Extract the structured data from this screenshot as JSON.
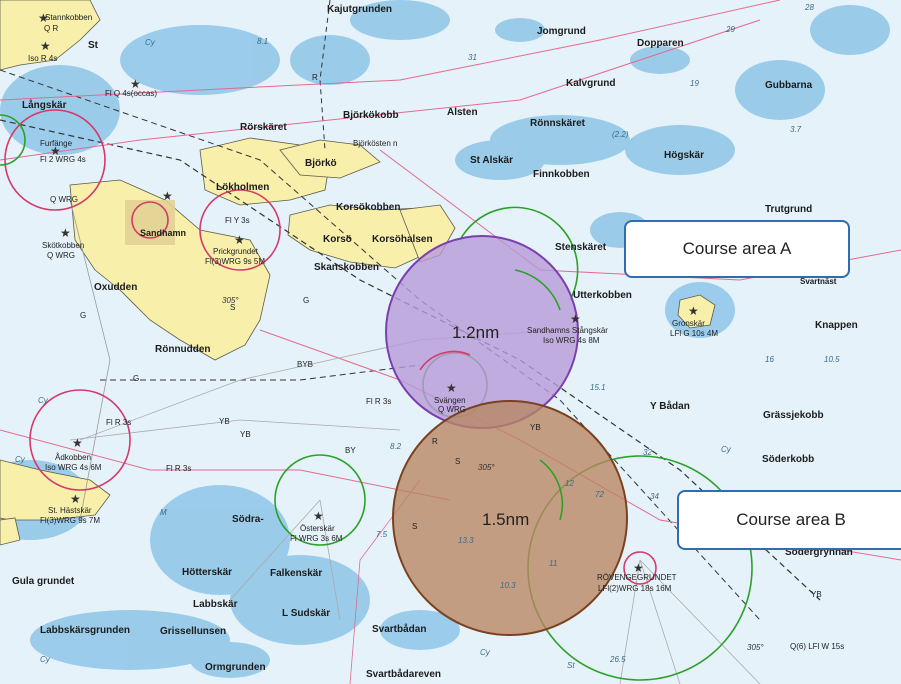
{
  "map": {
    "places": [
      "Stannkobben",
      "Q R",
      "St",
      "Iso R 4s",
      "Långskär",
      "Fl Q 4s(occas)",
      "Kajutgrunden",
      "Jomgrund",
      "Dopparen",
      "Kalvgrund",
      "Gubbarna",
      "Rörskäret",
      "Björkökobb",
      "Alsten",
      "Rönnskäret",
      "Björkö",
      "Björkösten n",
      "St Alskär",
      "Högskär",
      "Finnkobben",
      "Lökholmen",
      "Korsö",
      "Korsökobben",
      "Korsöhalsen",
      "Skanskobben",
      "Sandhamn",
      "Fl Y 3s",
      "Prickgrundet",
      "Fl(3)WRG 9s 5M",
      "Trutgrund",
      "Stenskäret",
      "Utterkobben",
      "Svartnäst",
      "Gronskär",
      "LFl G 10s 4M",
      "Knappen",
      "Skötkobben",
      "Q WRG",
      "Oxudden",
      "Rönnudden",
      "Furfänge",
      "Fl 2 WRG 4s",
      "Sandhamns Stångskär",
      "Iso WRG 4s 8M",
      "Svängen",
      "Q WRG",
      "BYB",
      "Fl R 3s",
      "Y Bådan",
      "Grässjekobb",
      "Söderkobb",
      "Ådkobben",
      "Iso WRG 4s 6M",
      "St. Hästskär",
      "Fl(3)WRG 9s 7M",
      "Fl R 3s",
      "Fl R 3s",
      "Södra-",
      "Österskär",
      "Fl WRG 3s 6M",
      "Södergrynnan",
      "Gula grundet",
      "Hötterskär",
      "Falkenskär",
      "Labbskär",
      "L Sudskär",
      "Labbskärsgrunden",
      "Grissellunsen",
      "Svartbådan",
      "Ormgrunden",
      "Svartbådareven",
      "RÖVENGEGRUNDET",
      "LFl(2)WRG 18s 16M",
      "Q(6) LFl W 15s",
      "BY",
      "YB",
      "YB",
      "YB",
      "YB",
      "Q WRG",
      "G",
      "G",
      "G",
      "S",
      "S",
      "S",
      "R",
      "R"
    ],
    "depths": [
      "8.1",
      "31",
      "28",
      "29",
      "19",
      "3.7",
      "(2.2)",
      "10.5",
      "16",
      "15.1",
      "32",
      "34",
      "13.3",
      "10.3",
      "11",
      "26.5",
      "7.5",
      "8.2",
      "Cy",
      "Cy",
      "Cy",
      "Cy",
      "Cy",
      "Cy",
      "M",
      "St",
      "305°",
      "305°",
      "305°",
      "12",
      "72"
    ],
    "circles": [
      {
        "label": "1.2nm",
        "fill": "#b89ad8",
        "stroke": "#7b3fb0"
      },
      {
        "label": "1.5nm",
        "fill": "#b98560",
        "stroke": "#7a4220"
      }
    ]
  },
  "callouts": {
    "a": "Course area A",
    "b": "Course area B"
  },
  "colors": {
    "sea": "#cfe6f5",
    "shallow": "#8dc6e8",
    "land": "#f7efaa",
    "town": "#e1d295",
    "callout_border": "#2f6cb0"
  }
}
